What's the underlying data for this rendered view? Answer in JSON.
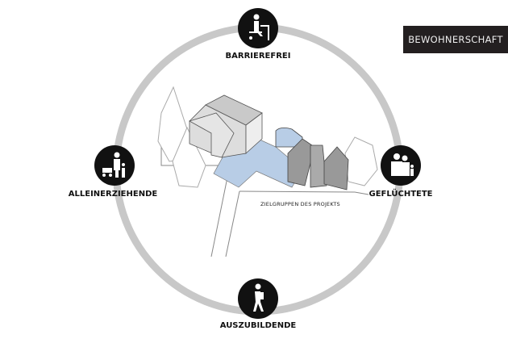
{
  "badge": "BEWOHNERSCHAFT",
  "caption": "ZIELGRUPPEN DES PROJEKTS",
  "groups": {
    "top": "BARRIEREFREI",
    "left": "ALLEINERZIEHENDE",
    "right": "GEFLÜCHTETE",
    "bottom": "AUSZUBILDENDE"
  },
  "colors": {
    "ring": "#c8c8c8",
    "node": "#111111",
    "court": "#b8cde6"
  }
}
